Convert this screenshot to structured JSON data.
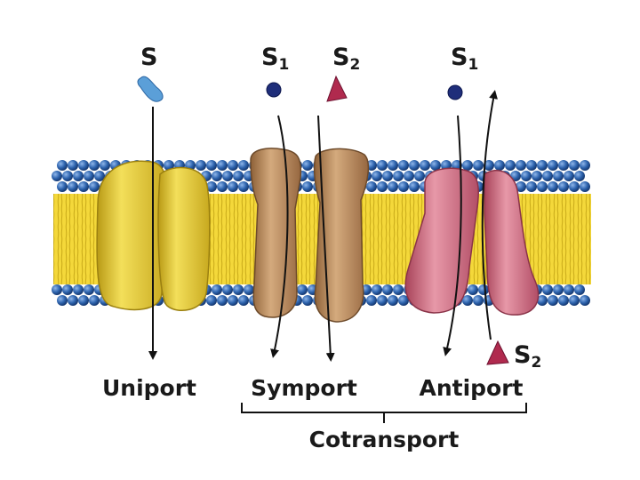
{
  "substrates": {
    "uniport": {
      "main": "S",
      "sub": ""
    },
    "symport_s1": {
      "main": "S",
      "sub": "1"
    },
    "symport_s2": {
      "main": "S",
      "sub": "2"
    },
    "antiport_s1": {
      "main": "S",
      "sub": "1"
    },
    "antiport_s2": {
      "main": "S",
      "sub": "2"
    }
  },
  "labels": {
    "uniport": "Uniport",
    "symport": "Symport",
    "antiport": "Antiport",
    "cotransport": "Cotransport"
  },
  "colors": {
    "lipid_head": "#2b5fa8",
    "lipid_tail": "#f2d230",
    "uniporter": "#e9cf3f",
    "symporter": "#b98a5e",
    "antiporter": "#d0687e",
    "s1_molecule": "#1f2e7a",
    "s2_molecule": "#b02a4e",
    "uniport_molecule": "#5b9fd8",
    "arrow": "#111111"
  }
}
